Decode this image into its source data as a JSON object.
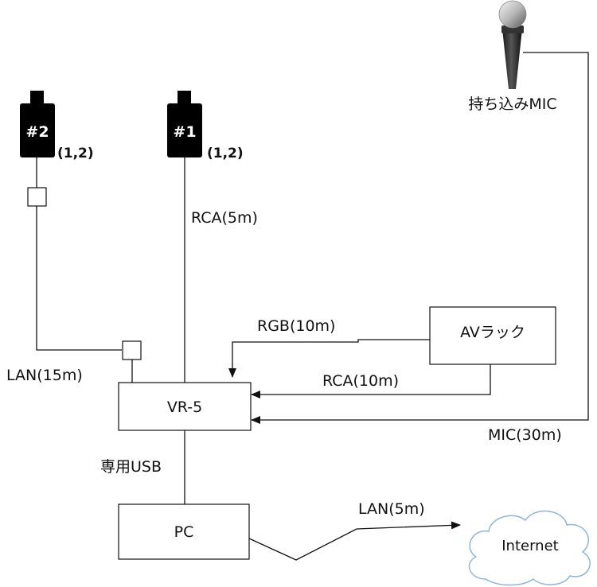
{
  "cameras": [
    {
      "id": "#2",
      "note": "(1,2)"
    },
    {
      "id": "#1",
      "note": "(1,2)"
    }
  ],
  "mic": {
    "label": "持ち込みMIC"
  },
  "boxes": {
    "vr5": "VR-5",
    "pc": "PC",
    "av_rack": "AVラック"
  },
  "cloud": {
    "label": "Internet"
  },
  "connections": {
    "rca_5m": "RCA(5m)",
    "lan_15m": "LAN(15m)",
    "rgb_10m": "RGB(10m)",
    "rca_10m": "RCA(10m)",
    "mic_30m": "MIC(30m)",
    "usb": "専用USB",
    "lan_5m": "LAN(5m)"
  },
  "colors": {
    "line": "#111111",
    "camera_body": "#000000",
    "cloud_stroke": "#8fb6d8",
    "cloud_fill": "#ffffff"
  }
}
